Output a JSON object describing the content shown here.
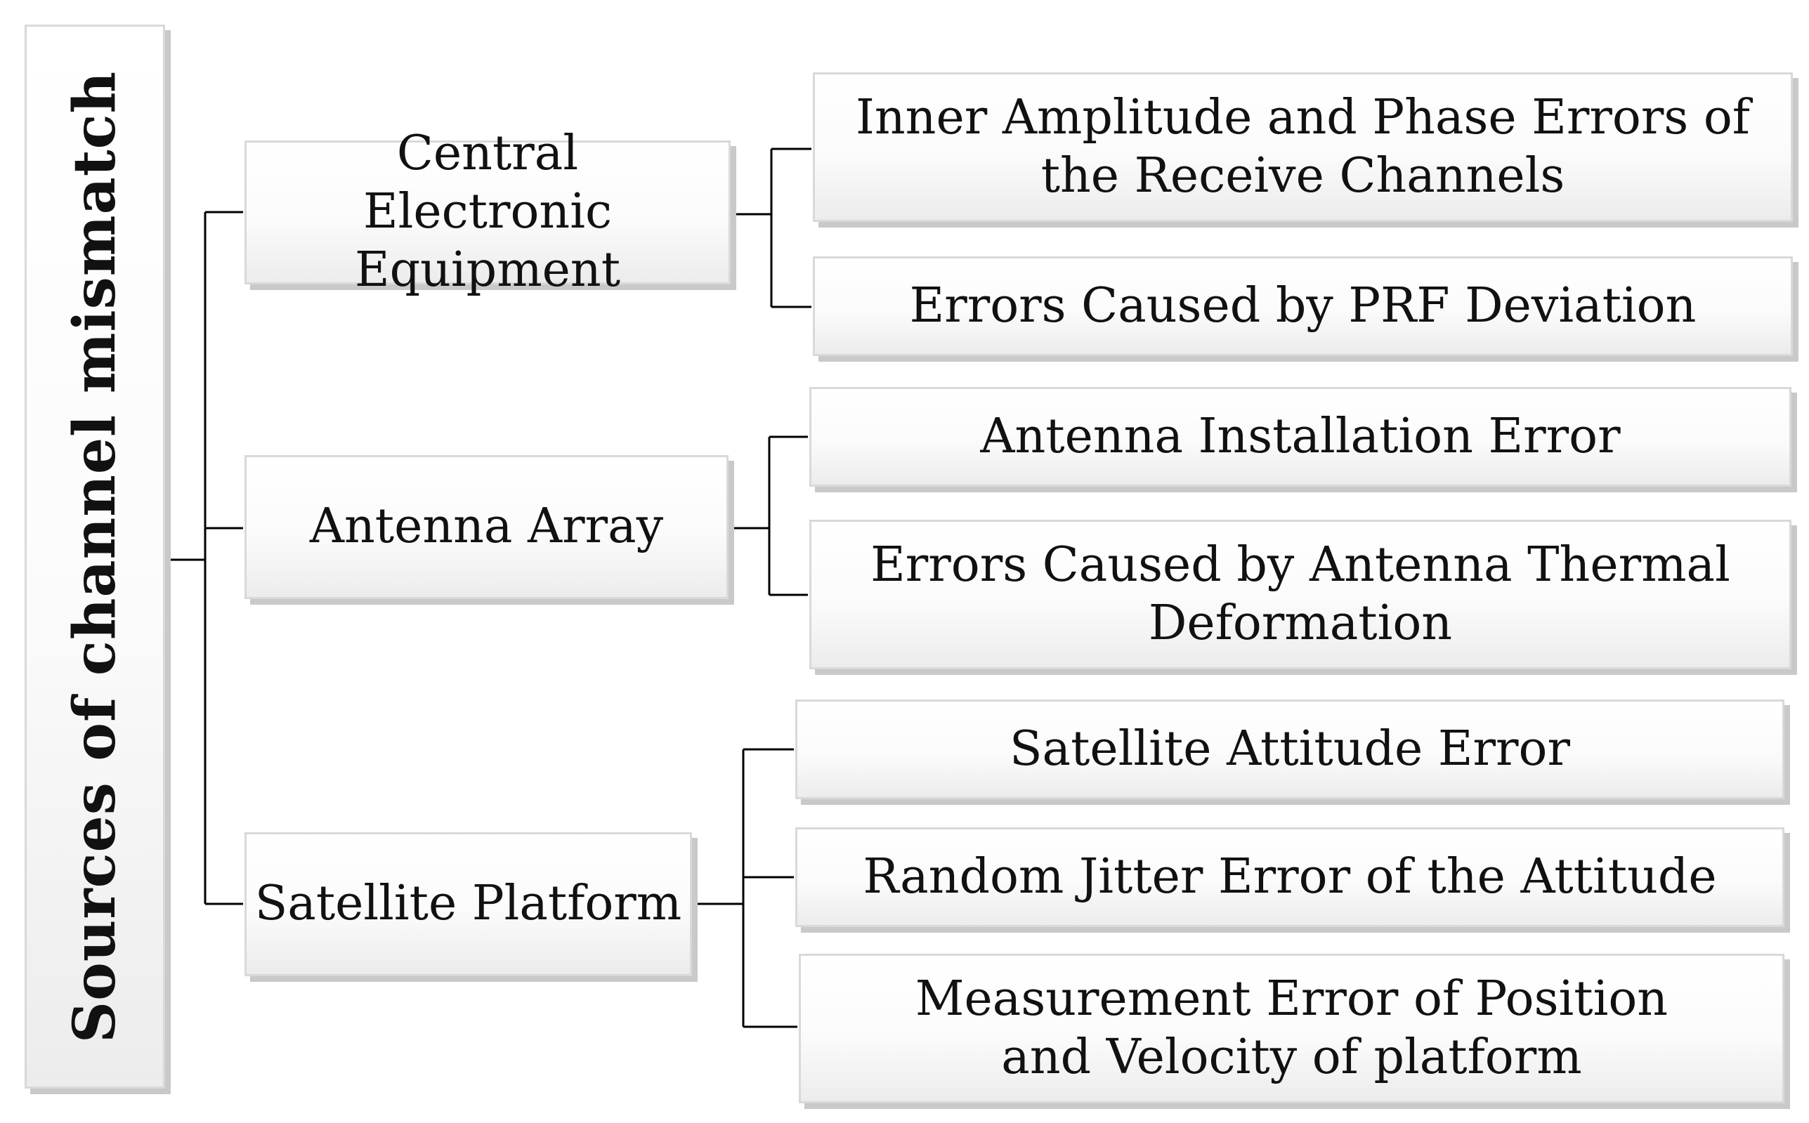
{
  "root": {
    "label": "Sources of channel mismatch"
  },
  "categories": [
    {
      "label": "Central Electronic Equipment",
      "items": [
        "Inner Amplitude and Phase Errors of the Receive Channels",
        "Errors Caused by PRF Deviation"
      ]
    },
    {
      "label": "Antenna Array",
      "items": [
        "Antenna Installation Error",
        "Errors Caused by Antenna Thermal Deformation"
      ]
    },
    {
      "label": "Satellite Platform",
      "items": [
        "Satellite Attitude Error",
        "Random Jitter Error of the Attitude",
        "Measurement Error of Position and Velocity of platform"
      ]
    }
  ],
  "colors": {
    "line": "#000000",
    "box_border": "#d9d9d9",
    "box_shadow": "#c9c9c9"
  }
}
